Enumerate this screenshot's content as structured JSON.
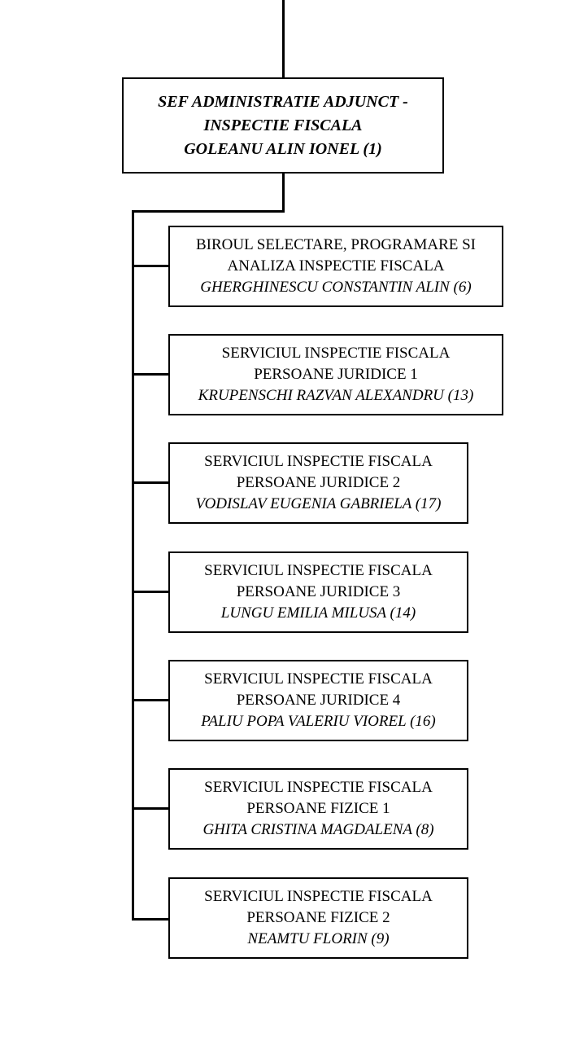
{
  "root_box": {
    "line1": "SEF ADMINISTRATIE ADJUNCT -",
    "line2": "INSPECTIE FISCALA",
    "manager": "GOLEANU ALIN IONEL (1)"
  },
  "departments": [
    {
      "line1": "BIROUL SELECTARE, PROGRAMARE SI",
      "line2": "ANALIZA INSPECTIE FISCALA",
      "manager": "GHERGHINESCU CONSTANTIN ALIN (6)"
    },
    {
      "line1": "SERVICIUL INSPECTIE FISCALA",
      "line2": "PERSOANE JURIDICE 1",
      "manager": "KRUPENSCHI RAZVAN ALEXANDRU (13)"
    },
    {
      "line1": "SERVICIUL INSPECTIE FISCALA",
      "line2": "PERSOANE JURIDICE 2",
      "manager": "VODISLAV EUGENIA GABRIELA (17)"
    },
    {
      "line1": "SERVICIUL INSPECTIE FISCALA",
      "line2": "PERSOANE JURIDICE 3",
      "manager": "LUNGU EMILIA MILUSA (14)"
    },
    {
      "line1": "SERVICIUL INSPECTIE FISCALA",
      "line2": "PERSOANE JURIDICE 4",
      "manager": "PALIU POPA VALERIU VIOREL (16)"
    },
    {
      "line1": "SERVICIUL INSPECTIE FISCALA",
      "line2": "PERSOANE FIZICE 1",
      "manager": "GHITA CRISTINA MAGDALENA (8)"
    },
    {
      "line1": "SERVICIUL INSPECTIE FISCALA",
      "line2": "PERSOANE FIZICE 2",
      "manager": "NEAMTU FLORIN (9)"
    }
  ],
  "colors": {
    "line": "#000000",
    "border": "#000000",
    "text": "#000000",
    "background": "#ffffff"
  }
}
